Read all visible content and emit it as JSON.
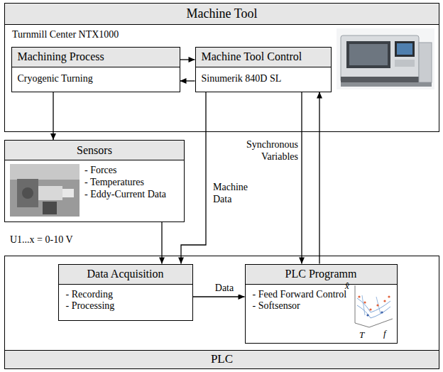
{
  "diagram": {
    "nodes": [
      {
        "text": [
          "Machine Tool",
          "Turnmill Center NTX1000"
        ]
      },
      {
        "text": [
          "Machining Process",
          "Cryogenic Turning"
        ],
        "in": 0
      },
      {
        "text": [
          "Machine Tool Control",
          "Sinumerik 840D SL"
        ],
        "in": 0
      },
      {
        "text": [
          "Sensors",
          "- Forces",
          "- Temperatures",
          "- Eddy-Current Data"
        ]
      },
      {
        "text": [
          "PLC"
        ]
      },
      {
        "text": [
          "Data Acquisition",
          "- Recording",
          "- Processing"
        ],
        "in": 4
      },
      {
        "text": [
          "PLC Programm",
          "- Feed Forward Control",
          "- Softsensor"
        ],
        "in": 4
      }
    ],
    "edges": [
      {
        "from": 1,
        "to": 2,
        "arrow": "to"
      },
      {
        "from": 2,
        "to": 1,
        "arrow": "to"
      },
      {
        "from": 1,
        "to": 3,
        "arrow": "to"
      },
      {
        "from": 3,
        "to": 5,
        "arrow": "to",
        "label": "U1...x = 0-10 V"
      },
      {
        "from": 2,
        "to": 5,
        "arrow": "to",
        "label": "Machine Data"
      },
      {
        "from": 2,
        "to": 6,
        "arrow": "to",
        "label": "Synchronous Variables"
      },
      {
        "from": 6,
        "to": 2,
        "arrow": "to"
      },
      {
        "from": 5,
        "to": 6,
        "arrow": "to",
        "label": "Data"
      }
    ],
    "labels": [
      "x̂",
      "T",
      "f"
    ]
  }
}
